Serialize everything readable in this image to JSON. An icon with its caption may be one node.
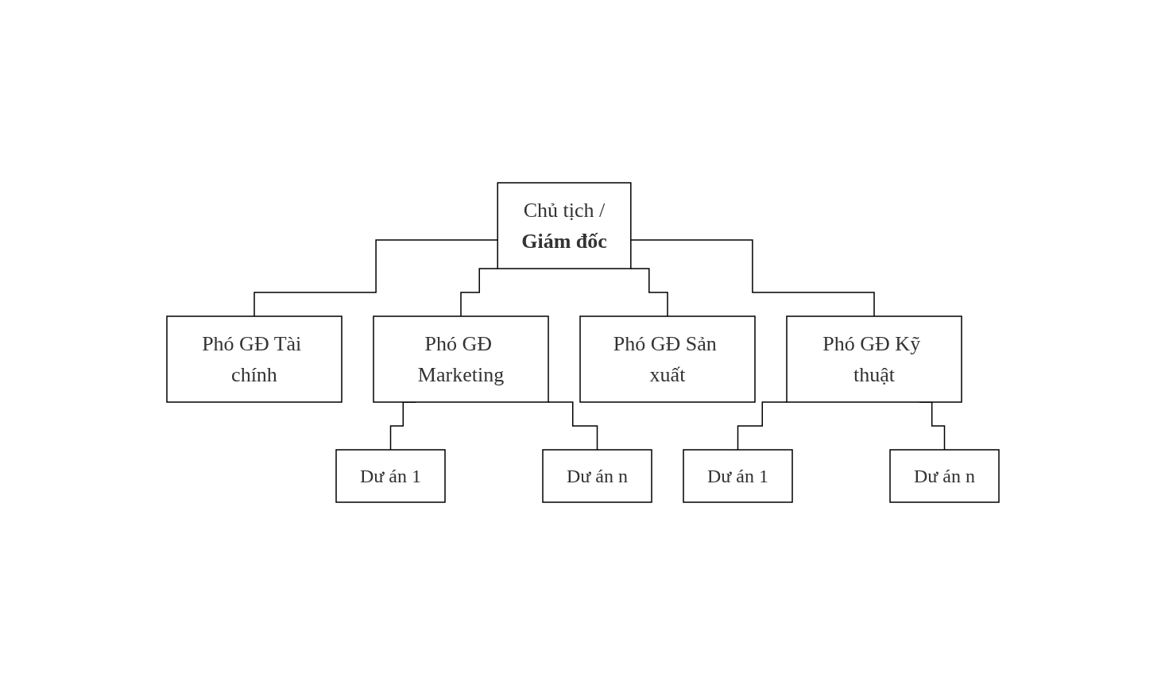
{
  "diagram": {
    "nodes": [
      {
        "text": [
          "Chủ tịch /",
          "Giám đốc"
        ]
      },
      {
        "text": [
          "Phó GĐ Tài chính"
        ]
      },
      {
        "text": [
          "Phó GĐ Marketing"
        ]
      },
      {
        "text": [
          "Phó GĐ Sản xuất"
        ]
      },
      {
        "text": [
          "Phó GĐ Kỹ thuật"
        ]
      },
      {
        "text": [
          "Dư án 1"
        ]
      },
      {
        "text": [
          "Dư án n"
        ]
      },
      {
        "text": [
          "Dư án 1"
        ]
      },
      {
        "text": [
          "Dư án n"
        ]
      }
    ],
    "edges": [
      {
        "from": 0,
        "to": 1,
        "arrow": "none"
      },
      {
        "from": 0,
        "to": 2,
        "arrow": "none"
      },
      {
        "from": 0,
        "to": 3,
        "arrow": "none"
      },
      {
        "from": 0,
        "to": 4,
        "arrow": "none"
      },
      {
        "from": 2,
        "to": 5,
        "arrow": "none"
      },
      {
        "from": 2,
        "to": 6,
        "arrow": "none"
      },
      {
        "from": 4,
        "to": 7,
        "arrow": "none"
      },
      {
        "from": 4,
        "to": 8,
        "arrow": "none"
      }
    ]
  }
}
